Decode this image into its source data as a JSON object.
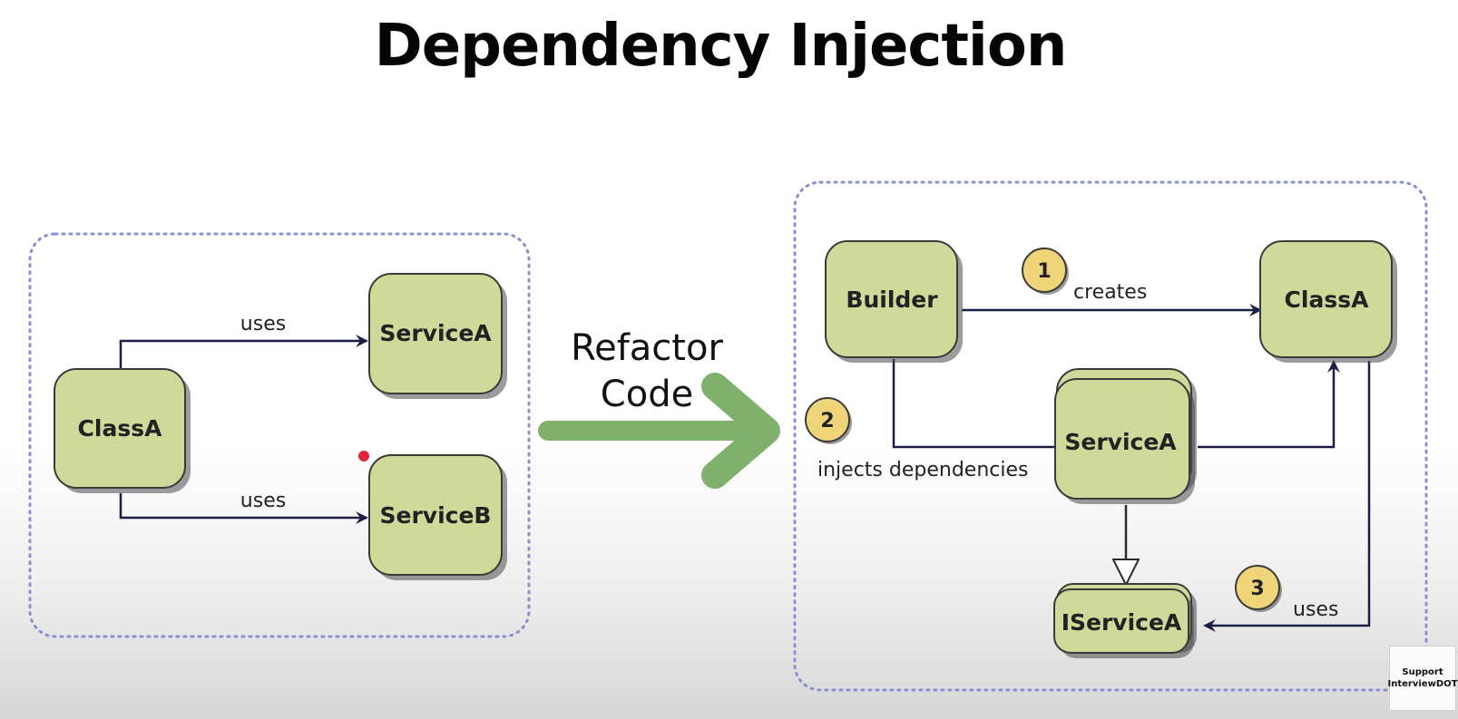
{
  "title": "Dependency Injection",
  "refactor": {
    "line1": "Refactor",
    "line2": "Code"
  },
  "before": {
    "class_a": "ClassA",
    "service_a": "ServiceA",
    "service_b": "ServiceB",
    "uses_top": "uses",
    "uses_bottom": "uses"
  },
  "after": {
    "builder": "Builder",
    "class_a": "ClassA",
    "service_a": "ServiceA",
    "iservice_a": "IServiceA",
    "step1_num": "1",
    "step1_label": "creates",
    "step2_num": "2",
    "step2_label": "injects dependencies",
    "step3_num": "3",
    "step3_label": "uses"
  },
  "support": {
    "line1": "Support",
    "line2": "InterviewDOT"
  },
  "colors": {
    "box_fill": "#cfd99a",
    "box_stroke": "#3a3a3a",
    "arrow": "#1c1f45",
    "refactor_arrow": "#7fb06c",
    "badge": "#f0d47a",
    "container_dots": "#8a8fd0"
  }
}
